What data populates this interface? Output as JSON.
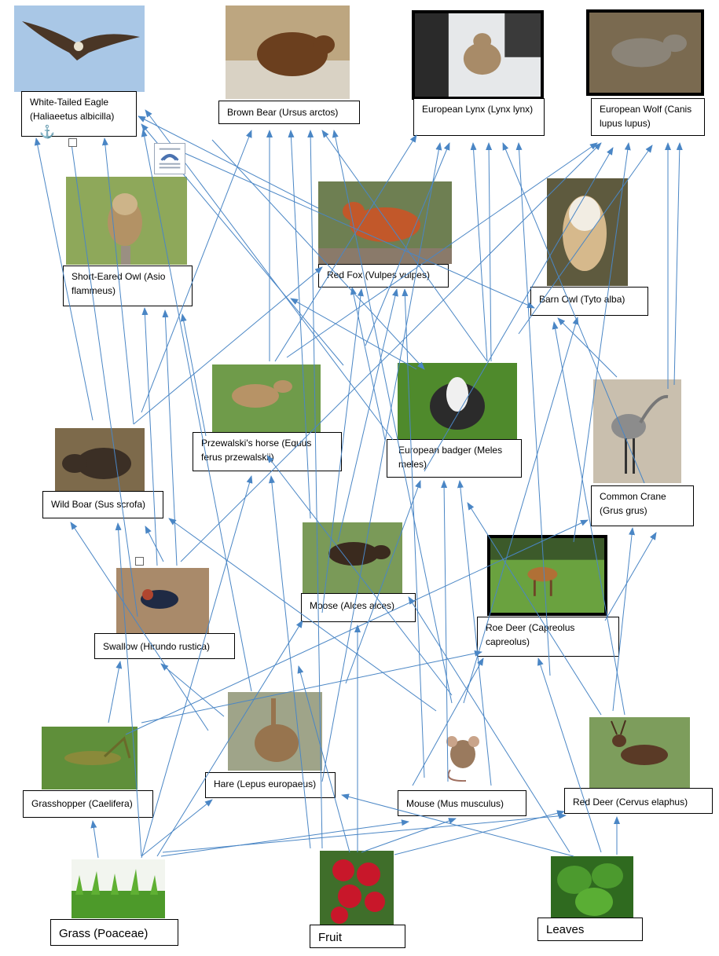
{
  "nodes": {
    "eagle": "White-Tailed Eagle (Haliaeetus albicilla)",
    "bear": "Brown Bear (Ursus arctos)",
    "lynx": "European Lynx (Lynx lynx)",
    "wolf": "European Wolf (Canis lupus lupus)",
    "short_eared_owl": "Short-Eared Owl (Asio flammeus)",
    "fox": "Red Fox (Vulpes vulpes)",
    "barn_owl": "Barn Owl (Tyto alba)",
    "przewalski": "Przewalski's horse (Equus ferus przewalskii)",
    "badger": "European badger (Meles meles)",
    "crane": "Common Crane (Grus grus)",
    "boar": "Wild Boar (Sus scrofa)",
    "moose": "Moose (Alces alces)",
    "roe_deer": "Roe Deer (Capreolus capreolus)",
    "swallow": "Swallow (Hirundo rustica)",
    "hare": "Hare (Lepus europaeus)",
    "grasshopper": "Grasshopper (Caelifera)",
    "mouse": "Mouse (Mus musculus)",
    "red_deer": "Red Deer (Cervus elaphus)",
    "grass": "Grass (Poaceae)",
    "fruit": "Fruit",
    "leaves": "Leaves"
  },
  "icons": {
    "anchor": "anchor-icon",
    "layout_options": "layout-options-icon"
  },
  "colors": {
    "arrow": "#4a86c5",
    "anchor": "#2e62c2"
  }
}
